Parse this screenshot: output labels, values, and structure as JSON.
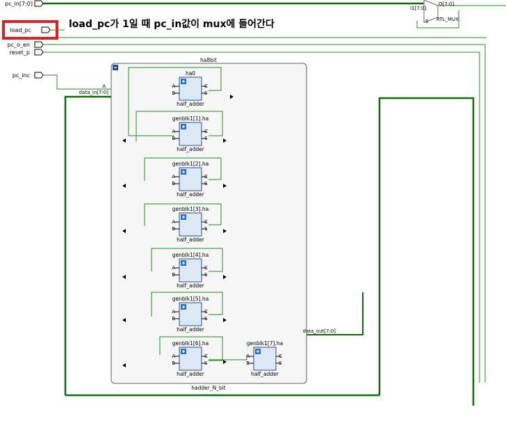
{
  "annotation": {
    "title": "load_pc가 1일 때 pc_in값이 mux에 들어간다"
  },
  "ports": {
    "pc_in": "pc_in[7:0]",
    "load_pc": "load_pc",
    "pc_o_en": "pc_o_en",
    "reset_p": "reset_p",
    "pc_inc": "pc_inc"
  },
  "module": {
    "instance": "ha8bit",
    "cell": "hadder_N_bit",
    "data_in": "data_in[7:0]",
    "data_out": "data_out[7:0]",
    "in_a": "A"
  },
  "pins": {
    "a": "A",
    "b": "B",
    "c": "C",
    "s": "S"
  },
  "adders": [
    {
      "name": "ha0",
      "cell": "half_adder"
    },
    {
      "name": "genblk1[1].ha",
      "cell": "half_adder"
    },
    {
      "name": "genblk1[2].ha",
      "cell": "half_adder"
    },
    {
      "name": "genblk1[3].ha",
      "cell": "half_adder"
    },
    {
      "name": "genblk1[4].ha",
      "cell": "half_adder"
    },
    {
      "name": "genblk1[5].ha",
      "cell": "half_adder"
    },
    {
      "name": "genblk1[6].ha",
      "cell": "half_adder"
    },
    {
      "name": "genblk1[7].ha",
      "cell": "half_adder"
    }
  ],
  "mux": {
    "cell": "RTL_MUX",
    "out": "O[7:0]",
    "in": "I1[7:0]",
    "sel": "S"
  },
  "colors": {
    "highlight": "#e02020",
    "wire": "#1f8f1f",
    "bus": "#0b6b0b",
    "block_fill": "#dce8f7",
    "block_stroke": "#2a4f8a"
  }
}
